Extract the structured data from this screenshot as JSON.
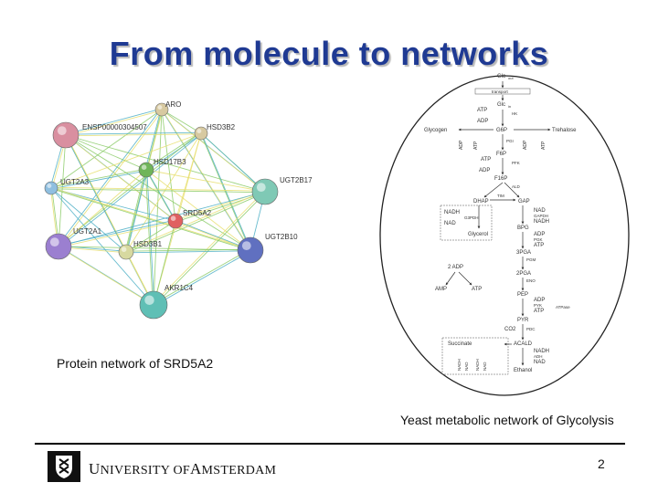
{
  "slide": {
    "title": "From molecule to networks",
    "page_number": "2"
  },
  "protein_network": {
    "caption": "Protein network of SRD5A2",
    "nodes": [
      {
        "id": "ARO",
        "label": "ARO",
        "color": "#d7c9a0"
      },
      {
        "id": "ENSP",
        "label": "ENSP00000304507",
        "color": "#d98fa0"
      },
      {
        "id": "HSD3B2",
        "label": "HSD3B2",
        "color": "#d7c9a0"
      },
      {
        "id": "HSD17B3",
        "label": "HSD17B3",
        "color": "#6fb55a"
      },
      {
        "id": "UGT2A3",
        "label": "UGT2A3",
        "color": "#8fbfe0"
      },
      {
        "id": "UGT2B17",
        "label": "UGT2B17",
        "color": "#7fc9b5"
      },
      {
        "id": "SRD5A2",
        "label": "SRD5A2",
        "color": "#e06060"
      },
      {
        "id": "UGT2A1",
        "label": "UGT2A1",
        "color": "#9b7fd0"
      },
      {
        "id": "HSD3B1",
        "label": "HSD3B1",
        "color": "#d7d9a0"
      },
      {
        "id": "UGT2B10",
        "label": "UGT2B10",
        "color": "#6070c0"
      },
      {
        "id": "AKR1C4",
        "label": "AKR1C4",
        "color": "#5fbfb5"
      }
    ]
  },
  "glycolysis": {
    "caption": "Yeast metabolic network of Glycolysis",
    "labels": {
      "glc_out": "Glc",
      "out": "out",
      "glc_in": "Glc",
      "in": "in",
      "atp1": "ATP",
      "adp1": "ADP",
      "hk": "HK",
      "g6p": "G6P",
      "glycogen": "Glycogen",
      "trehalose": "Trehalose",
      "adp_g": "ADP",
      "atp_g": "ATP",
      "adp_t": "ADP",
      "atp_t": "ATP",
      "pgi": "PGI",
      "f6p": "F6P",
      "atp2": "ATP",
      "pfk": "PFK",
      "adp2": "ADP",
      "f16p": "F16P",
      "ald": "ALD",
      "dhap": "DHAP",
      "tim": "TIM",
      "gap": "GAP",
      "nadh1": "NADH",
      "nad1": "NAD",
      "g3pdh": "G3PDH",
      "glycerol": "Glycerol",
      "nad2": "NAD",
      "gapdh": "GAPDH",
      "nadh2": "NADH",
      "bpg": "BPG",
      "adp3": "ADP",
      "pgk": "PGK",
      "atp3": "ATP",
      "pga3": "3PGA",
      "pgm": "PGM",
      "adp_a": "2 ADP",
      "amp": "AMP",
      "atp_a": "ATP",
      "pga2": "2PGA",
      "eno": "ENO",
      "pep": "PEP",
      "adp4": "ADP",
      "pyk": "PYK",
      "atp4": "ATP",
      "atpase": "ATPase",
      "pyr": "PYR",
      "co2": "CO2",
      "pdc": "PDC",
      "succinate": "Succinate",
      "acald": "ACALD",
      "nadh3": "NADH",
      "adh": "ADH",
      "nad3": "NAD",
      "ethanol": "Ethanol",
      "nadh_s1": "NADH",
      "nad_s1": "NAD",
      "nadh_s2": "NADH",
      "nad_s2": "NAD"
    }
  },
  "footer": {
    "university_u": "U",
    "university_rest1": "NIVERSITY",
    "university_of": "OF",
    "university_a": "A",
    "university_rest2": "MSTERDAM"
  },
  "colors": {
    "title": "#1f3a93",
    "edge_a": "#4fb0c6",
    "edge_b": "#e8e070",
    "edge_c": "#8ccc6a"
  }
}
